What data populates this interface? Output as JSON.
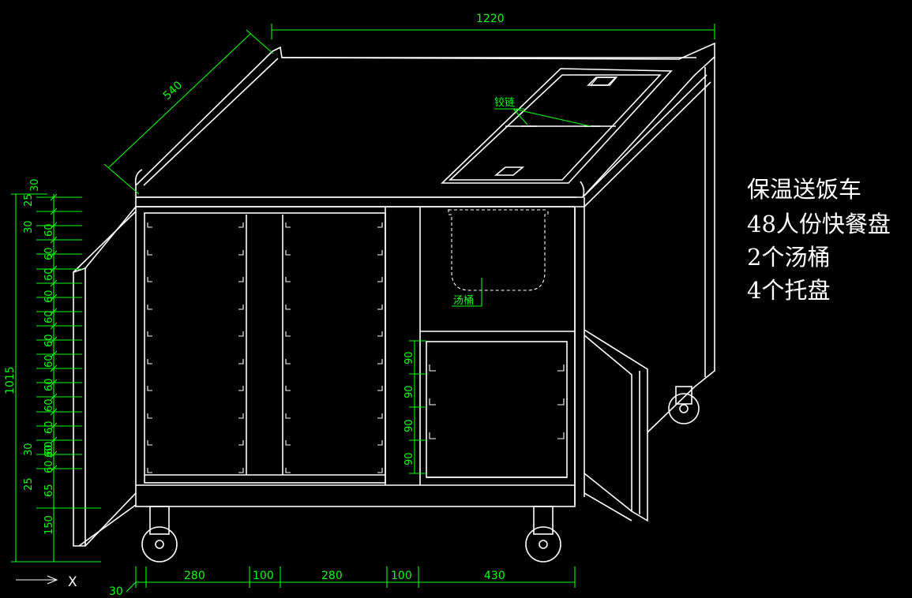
{
  "notes": [
    "保温送饭车",
    "48人份快餐盘",
    "2个汤桶",
    "4个托盘"
  ],
  "labels": {
    "hinge": "铰链",
    "soup_bucket": "汤桶",
    "axis_x": "X"
  },
  "dimensions": {
    "top_width": "1220",
    "depth": "540",
    "height": "1015",
    "bottom": [
      "280",
      "100",
      "280",
      "100",
      "430"
    ],
    "bottom_offset": "30",
    "left_stack": [
      "30",
      "25",
      "30",
      "60",
      "60",
      "60",
      "60",
      "60",
      "60",
      "60",
      "60",
      "60",
      "60",
      "60",
      "60",
      "30",
      "60",
      "25",
      "65",
      "150"
    ],
    "right_stack": [
      "90",
      "90",
      "90",
      "90"
    ]
  },
  "colors": {
    "background": "#000000",
    "drawing": "#ffffff",
    "dimension": "#00ff00"
  }
}
